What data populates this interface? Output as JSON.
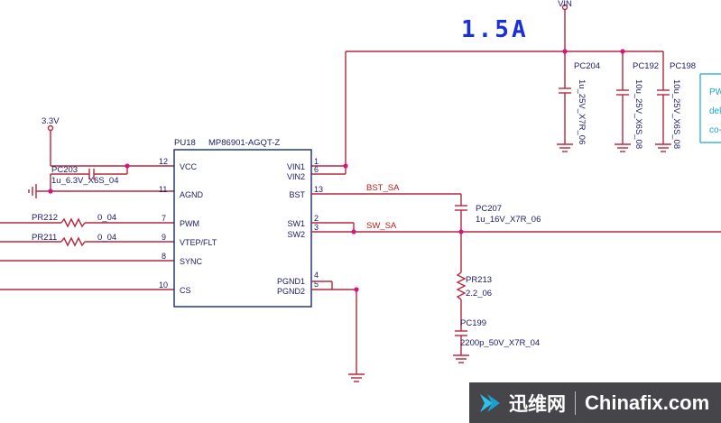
{
  "supplies": {
    "vin": "VIN",
    "v33": "3.3V"
  },
  "current_label": "1.5A",
  "ic": {
    "refdes": "PU18",
    "part": "MP86901-AGQT-Z",
    "left_pins": [
      {
        "num": "12",
        "name": "VCC"
      },
      {
        "num": "11",
        "name": "AGND"
      },
      {
        "num": "7",
        "name": "PWM"
      },
      {
        "num": "9",
        "name": "VTEP/FLT"
      },
      {
        "num": "8",
        "name": "SYNC"
      },
      {
        "num": "10",
        "name": "CS"
      }
    ],
    "right_pins": [
      {
        "num": "1",
        "name": "VIN1"
      },
      {
        "num": "6",
        "name": "VIN2"
      },
      {
        "num": "13",
        "name": "BST"
      },
      {
        "num": "2",
        "name": "SW1"
      },
      {
        "num": "3",
        "name": "SW2"
      },
      {
        "num": "4",
        "name": "PGND1"
      },
      {
        "num": "5",
        "name": "PGND2"
      }
    ]
  },
  "capacitors": {
    "pc204": {
      "ref": "PC204",
      "value": "1u_25V_X7R_06"
    },
    "pc192": {
      "ref": "PC192",
      "value": "10u_25V_X6S_08"
    },
    "pc198": {
      "ref": "PC198",
      "value": "10u_25V_X6S_08"
    },
    "pc203": {
      "ref": "PC203",
      "value": "1u_6.3V_X6S_04"
    },
    "pc207": {
      "ref": "PC207",
      "value": "1u_16V_X7R_06"
    },
    "pc199": {
      "ref": "PC199",
      "value": "2200p_50V_X7R_04"
    }
  },
  "resistors": {
    "pr212": {
      "ref": "PR212",
      "value": "0_04"
    },
    "pr211": {
      "ref": "PR211",
      "value": "0_04"
    },
    "pr213": {
      "ref": "PR213",
      "value": "2.2_06"
    }
  },
  "nets": {
    "bst": "BST_SA",
    "sw": "SW_SA"
  },
  "cutoff_labels": [
    "PWI",
    "del",
    "co-"
  ],
  "watermark": {
    "cn": "迅维网",
    "en": "Chinafix.com"
  },
  "colors": {
    "wire": "#b5283e",
    "text": "#1a1a66",
    "junction": "#d8157b",
    "big_label": "#1a2fd6",
    "net_label": "#c01818"
  }
}
